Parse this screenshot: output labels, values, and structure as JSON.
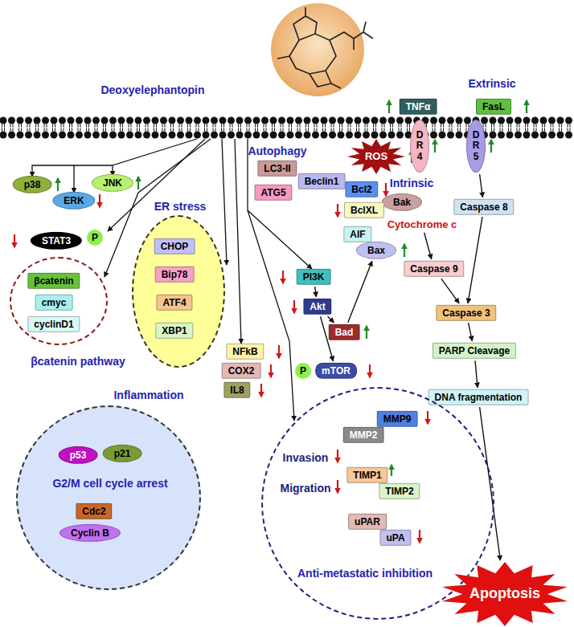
{
  "diagram": {
    "nodes": [
      {
        "text": [
          "TNFα"
        ]
      },
      {
        "text": [
          "FasL"
        ]
      },
      {
        "text": [
          "DR4"
        ]
      },
      {
        "text": [
          "DR5"
        ]
      },
      {
        "text": [
          "LC3-II"
        ]
      },
      {
        "text": [
          "Beclin1"
        ]
      },
      {
        "text": [
          "ATG5"
        ]
      },
      {
        "text": [
          "ROS"
        ]
      },
      {
        "text": [
          "p38"
        ]
      },
      {
        "text": [
          "ERK"
        ]
      },
      {
        "text": [
          "JNK"
        ]
      },
      {
        "text": [
          "Bcl2"
        ]
      },
      {
        "text": [
          "Bak"
        ]
      },
      {
        "text": [
          "Caspase 8"
        ]
      },
      {
        "text": [
          "BclXL"
        ]
      },
      {
        "text": [
          "Cytochrome c"
        ]
      },
      {
        "text": [
          "AIF"
        ]
      },
      {
        "text": [
          "STAT3"
        ]
      },
      {
        "text": [
          "P"
        ]
      },
      {
        "text": [
          "ER stress"
        ]
      },
      {
        "text": [
          "CHOP"
        ],
        "in": 19
      },
      {
        "text": [
          "Bip78"
        ],
        "in": 19
      },
      {
        "text": [
          "ATF4"
        ],
        "in": 19
      },
      {
        "text": [
          "XBP1"
        ],
        "in": 19
      },
      {
        "text": [
          "Bax"
        ]
      },
      {
        "text": [
          "βcatenin pathway"
        ]
      },
      {
        "text": [
          "βcatenin"
        ],
        "in": 25
      },
      {
        "text": [
          "cmyc"
        ],
        "in": 25
      },
      {
        "text": [
          "cyclinD1"
        ],
        "in": 25
      },
      {
        "text": [
          "PI3K"
        ]
      },
      {
        "text": [
          "Caspase 9"
        ]
      },
      {
        "text": [
          "Akt"
        ]
      },
      {
        "text": [
          "Caspase 3"
        ]
      },
      {
        "text": [
          "Bad"
        ]
      },
      {
        "text": [
          "NFkB"
        ]
      },
      {
        "text": [
          "PARP Cleavage"
        ]
      },
      {
        "text": [
          "mTOR"
        ]
      },
      {
        "text": [
          "P"
        ]
      },
      {
        "text": [
          "COX2"
        ]
      },
      {
        "text": [
          "IL8"
        ]
      },
      {
        "text": [
          "DNA fragmentation"
        ]
      },
      {
        "text": [
          "G2/M cell cycle arrest"
        ]
      },
      {
        "text": [
          "p53"
        ],
        "in": 41
      },
      {
        "text": [
          "p21"
        ],
        "in": 41
      },
      {
        "text": [
          "Cdc2"
        ],
        "in": 41
      },
      {
        "text": [
          "Cyclin B"
        ],
        "in": 41
      },
      {
        "text": [
          "Invasion",
          "Migration",
          "Anti-metastatic inhibition"
        ]
      },
      {
        "text": [
          "MMP9"
        ],
        "in": 46
      },
      {
        "text": [
          "MMP2"
        ],
        "in": 46
      },
      {
        "text": [
          "TIMP1"
        ],
        "in": 46
      },
      {
        "text": [
          "TIMP2"
        ],
        "in": 46
      },
      {
        "text": [
          "uPAR"
        ],
        "in": 46
      },
      {
        "text": [
          "uPA"
        ],
        "in": 46
      },
      {
        "text": [
          "Apoptosis"
        ]
      }
    ],
    "edges": [
      {
        "from": 3,
        "to": 13,
        "arrow": "to"
      },
      {
        "from": 13,
        "to": 32,
        "arrow": "to"
      },
      {
        "from": 15,
        "to": 30,
        "arrow": "to"
      },
      {
        "from": 30,
        "to": 32,
        "arrow": "to"
      },
      {
        "from": 32,
        "to": 35,
        "arrow": "to"
      },
      {
        "from": 35,
        "to": 40,
        "arrow": "to"
      },
      {
        "from": 40,
        "to": 53,
        "arrow": "to"
      },
      {
        "from": 29,
        "to": 31,
        "arrow": "to"
      },
      {
        "from": 31,
        "to": 36,
        "arrow": "to"
      },
      {
        "from": 31,
        "to": 33,
        "arrow": "to"
      },
      {
        "from": 33,
        "to": 24,
        "arrow": "to"
      }
    ],
    "labels": [
      "Deoxyelephantopin",
      "Extrinsic",
      "Autophagy",
      "Intrinsic",
      "Inflammation"
    ]
  }
}
